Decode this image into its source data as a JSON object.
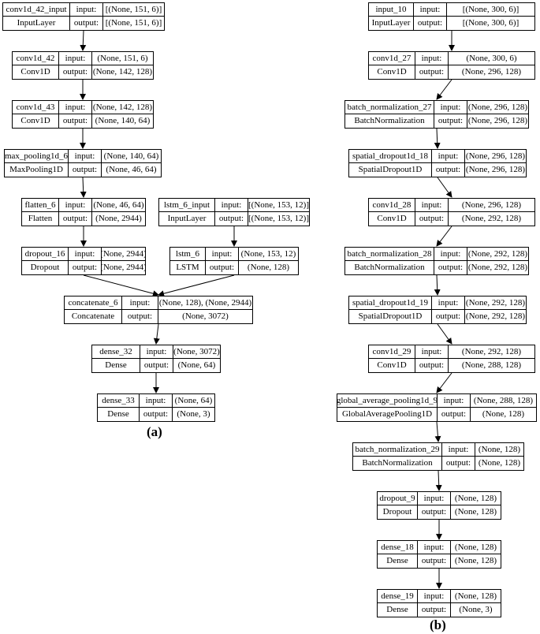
{
  "io_labels": {
    "input": "input:",
    "output": "output:"
  },
  "diagram_a": {
    "caption": "(a)",
    "nodes": [
      {
        "id": "a1",
        "name": "conv1d_42_input",
        "type": "InputLayer",
        "input": "[(None, 151, 6)]",
        "output": "[(None, 151, 6)]"
      },
      {
        "id": "a2",
        "name": "conv1d_42",
        "type": "Conv1D",
        "input": "(None, 151, 6)",
        "output": "(None, 142, 128)"
      },
      {
        "id": "a3",
        "name": "conv1d_43",
        "type": "Conv1D",
        "input": "(None, 142, 128)",
        "output": "(None, 140, 64)"
      },
      {
        "id": "a4",
        "name": "max_pooling1d_6",
        "type": "MaxPooling1D",
        "input": "(None, 140, 64)",
        "output": "(None, 46, 64)"
      },
      {
        "id": "a5",
        "name": "flatten_6",
        "type": "Flatten",
        "input": "(None, 46, 64)",
        "output": "(None, 2944)"
      },
      {
        "id": "a6",
        "name": "lstm_6_input",
        "type": "InputLayer",
        "input": "[(None, 153, 12)]",
        "output": "[(None, 153, 12)]"
      },
      {
        "id": "a7",
        "name": "dropout_16",
        "type": "Dropout",
        "input": "(None, 2944)",
        "output": "(None, 2944)"
      },
      {
        "id": "a8",
        "name": "lstm_6",
        "type": "LSTM",
        "input": "(None, 153, 12)",
        "output": "(None, 128)"
      },
      {
        "id": "a9",
        "name": "concatenate_6",
        "type": "Concatenate",
        "input": "[(None, 128), (None, 2944)]",
        "output": "(None, 3072)"
      },
      {
        "id": "a10",
        "name": "dense_32",
        "type": "Dense",
        "input": "(None, 3072)",
        "output": "(None, 64)"
      },
      {
        "id": "a11",
        "name": "dense_33",
        "type": "Dense",
        "input": "(None, 64)",
        "output": "(None, 3)"
      }
    ]
  },
  "diagram_b": {
    "caption": "(b)",
    "nodes": [
      {
        "id": "b1",
        "name": "input_10",
        "type": "InputLayer",
        "input": "[(None, 300, 6)]",
        "output": "[(None, 300, 6)]"
      },
      {
        "id": "b2",
        "name": "conv1d_27",
        "type": "Conv1D",
        "input": "(None, 300, 6)",
        "output": "(None, 296, 128)"
      },
      {
        "id": "b3",
        "name": "batch_normalization_27",
        "type": "BatchNormalization",
        "input": "(None, 296, 128)",
        "output": "(None, 296, 128)"
      },
      {
        "id": "b4",
        "name": "spatial_dropout1d_18",
        "type": "SpatialDropout1D",
        "input": "(None, 296, 128)",
        "output": "(None, 296, 128)"
      },
      {
        "id": "b5",
        "name": "conv1d_28",
        "type": "Conv1D",
        "input": "(None, 296, 128)",
        "output": "(None, 292, 128)"
      },
      {
        "id": "b6",
        "name": "batch_normalization_28",
        "type": "BatchNormalization",
        "input": "(None, 292, 128)",
        "output": "(None, 292, 128)"
      },
      {
        "id": "b7",
        "name": "spatial_dropout1d_19",
        "type": "SpatialDropout1D",
        "input": "(None, 292, 128)",
        "output": "(None, 292, 128)"
      },
      {
        "id": "b8",
        "name": "conv1d_29",
        "type": "Conv1D",
        "input": "(None, 292, 128)",
        "output": "(None, 288, 128)"
      },
      {
        "id": "b9",
        "name": "global_average_pooling1d_9",
        "type": "GlobalAveragePooling1D",
        "input": "(None, 288, 128)",
        "output": "(None, 128)"
      },
      {
        "id": "b10",
        "name": "batch_normalization_29",
        "type": "BatchNormalization",
        "input": "(None, 128)",
        "output": "(None, 128)"
      },
      {
        "id": "b11",
        "name": "dropout_9",
        "type": "Dropout",
        "input": "(None, 128)",
        "output": "(None, 128)"
      },
      {
        "id": "b12",
        "name": "dense_18",
        "type": "Dense",
        "input": "(None, 128)",
        "output": "(None, 128)"
      },
      {
        "id": "b13",
        "name": "dense_19",
        "type": "Dense",
        "input": "(None, 128)",
        "output": "(None, 3)"
      }
    ]
  }
}
